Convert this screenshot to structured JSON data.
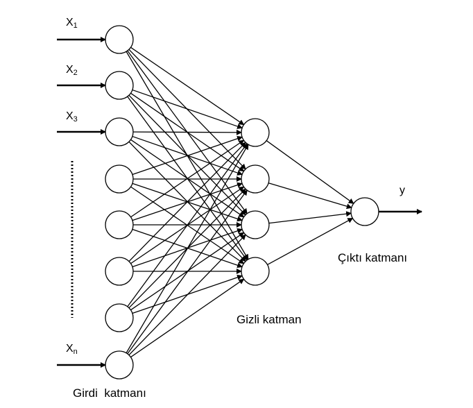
{
  "inputs": [
    {
      "base": "X",
      "sub": "1"
    },
    {
      "base": "X",
      "sub": "2"
    },
    {
      "base": "X",
      "sub": "3"
    },
    {
      "base": "X",
      "sub": "n"
    }
  ],
  "output": {
    "label": "y"
  },
  "layers": {
    "input": "Girdi  katmanı",
    "hidden": "Gizli katman",
    "output": "Çıktı katmanı"
  },
  "structure": {
    "input_nodes": 8,
    "hidden_nodes": 4,
    "output_nodes": 1
  }
}
